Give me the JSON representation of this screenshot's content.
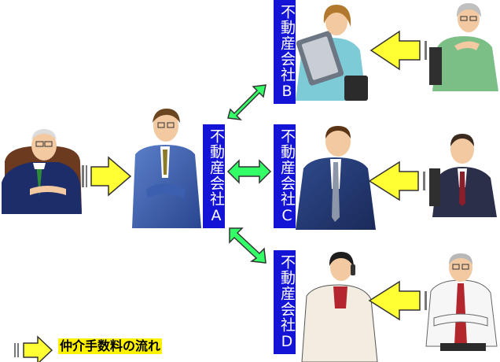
{
  "labels": {
    "company_a": "不動産会社A",
    "company_b": "不動産会社B",
    "company_c": "不動産会社C",
    "company_d": "不動産会社D"
  },
  "legend": {
    "text": "仲介手数料の流れ"
  },
  "colors": {
    "label_bg": "#1414d6",
    "flow_arrow": "#ffff33",
    "link_arrow": "#33ff66"
  }
}
